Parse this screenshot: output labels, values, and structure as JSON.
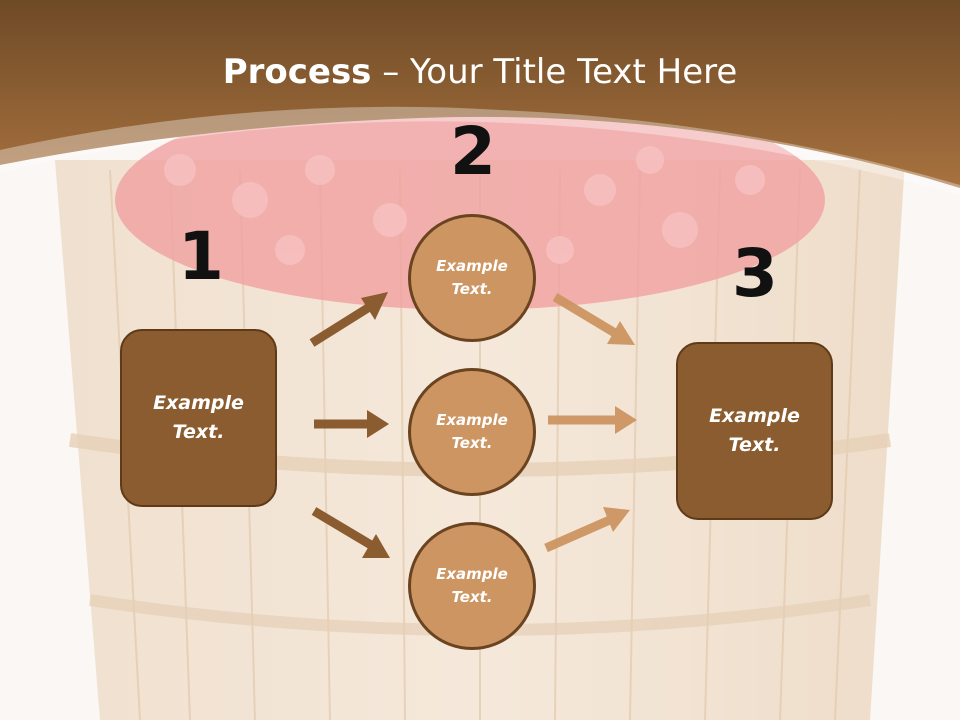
{
  "slide": {
    "title_bold": "Process",
    "title_rest": " – Your Title Text Here"
  },
  "steps": [
    {
      "number": "1",
      "text": "Example\nText."
    },
    {
      "number": "2",
      "items": [
        "Example\nText.",
        "Example\nText.",
        "Example\nText."
      ]
    },
    {
      "number": "3",
      "text": "Example\nText."
    }
  ],
  "colors": {
    "header_brown": "#9b6a3a",
    "box_fill": "#8a5c2f",
    "circle_fill": "#cd9562",
    "arrow_dark": "#8a5c2f",
    "arrow_light": "#cd9562"
  },
  "background_image": "wooden bucket of cherries"
}
